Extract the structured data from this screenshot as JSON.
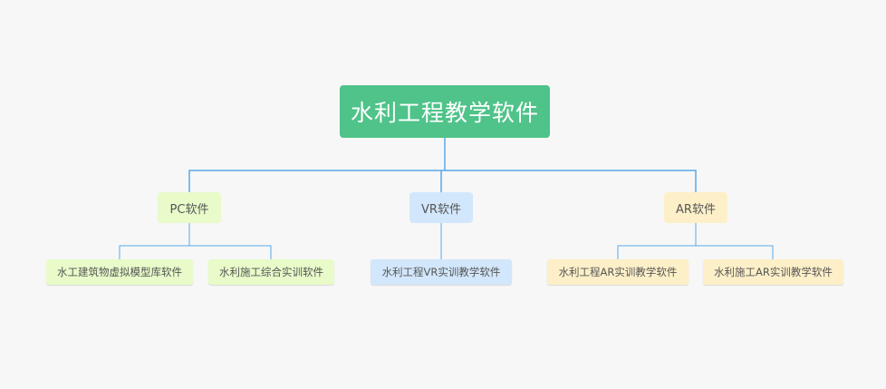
{
  "diagram": {
    "root": {
      "label": "水利工程教学软件",
      "color": "#4fc389"
    },
    "connector_color": "#58a8e8",
    "branches": [
      {
        "label": "PC软件",
        "color": "#e8fbc9",
        "children": [
          {
            "label": "水工建筑物虚拟模型库软件"
          },
          {
            "label": "水利施工综合实训软件"
          }
        ]
      },
      {
        "label": "VR软件",
        "color": "#d2e7fb",
        "children": [
          {
            "label": "水利工程VR实训教学软件"
          }
        ]
      },
      {
        "label": "AR软件",
        "color": "#fdf0c8",
        "children": [
          {
            "label": "水利工程AR实训教学软件"
          },
          {
            "label": "水利施工AR实训教学软件"
          }
        ]
      }
    ]
  }
}
